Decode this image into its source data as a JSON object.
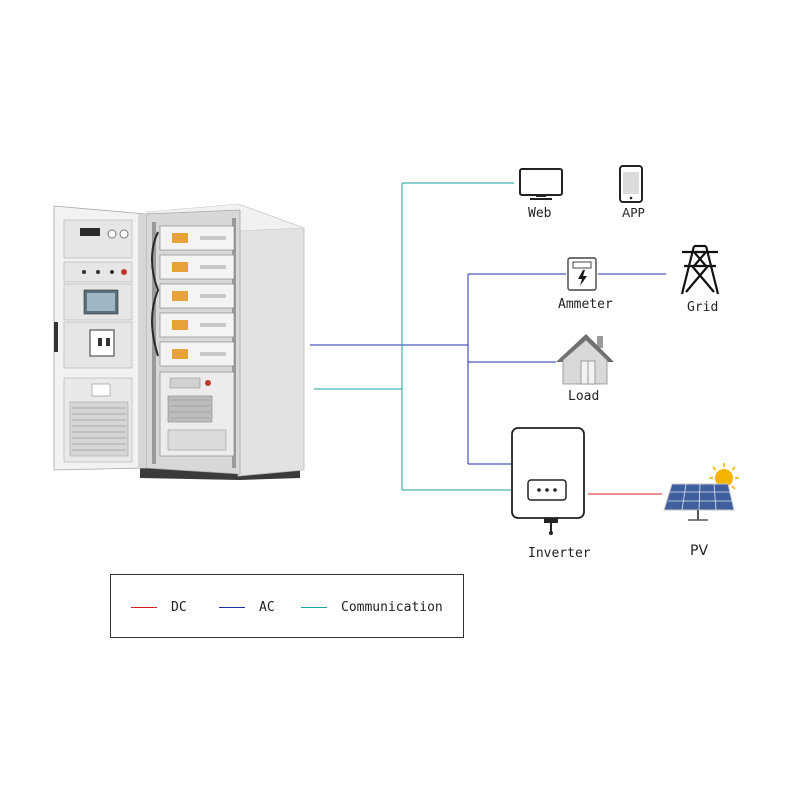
{
  "nodes": {
    "web": "Web",
    "app": "APP",
    "ammeter": "Ammeter",
    "grid": "Grid",
    "load": "Load",
    "inverter": "Inverter",
    "pv": "PV"
  },
  "legend": {
    "dc": "DC",
    "ac": "AC",
    "communication": "Communication"
  },
  "colors": {
    "dc": "#d42020",
    "ac": "#1f2fa8",
    "communication": "#1aa3a0"
  }
}
